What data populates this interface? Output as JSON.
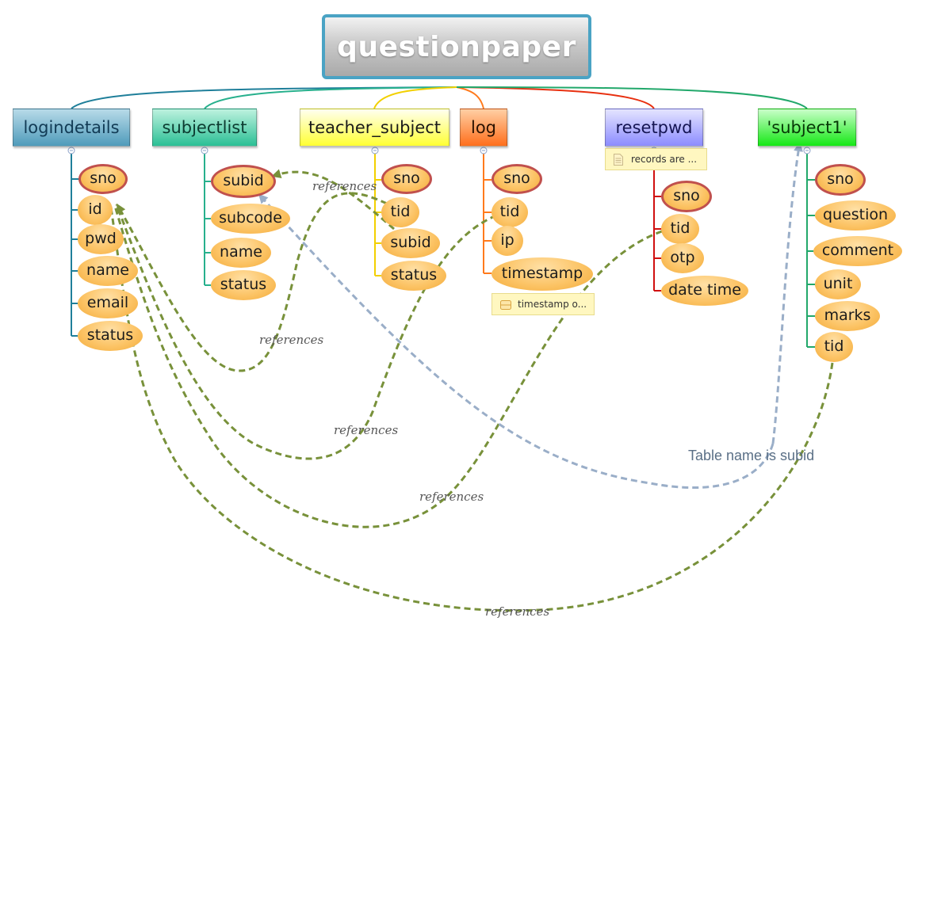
{
  "root_title": "questionpaper",
  "tables": {
    "logindetails": {
      "name": "logindetails",
      "fields": [
        "sno",
        "id",
        "pwd",
        "name",
        "email",
        "status"
      ]
    },
    "subjectlist": {
      "name": "subjectlist",
      "fields": [
        "subid",
        "subcode",
        "name",
        "status"
      ]
    },
    "teacher_subject": {
      "name": "teacher_subject",
      "fields": [
        "sno",
        "tid",
        "subid",
        "status"
      ]
    },
    "log": {
      "name": "log",
      "fields": [
        "sno",
        "tid",
        "ip",
        "timestamp"
      ],
      "note": "timestamp o..."
    },
    "resetpwd": {
      "name": "resetpwd",
      "fields": [
        "sno",
        "tid",
        "otp",
        "date time"
      ],
      "note": "records are ..."
    },
    "subject1": {
      "name": "'subject1'",
      "fields": [
        "sno",
        "question",
        "comment",
        "unit",
        "marks",
        "tid"
      ]
    }
  },
  "relations": {
    "label": "references",
    "free_label": "Table name is subid"
  },
  "colors": {
    "reference_line": "#78913a",
    "free_relation_line": "#9aaec8",
    "primary_key_border": "#c0504d",
    "root_border": "#4aa3c4"
  }
}
